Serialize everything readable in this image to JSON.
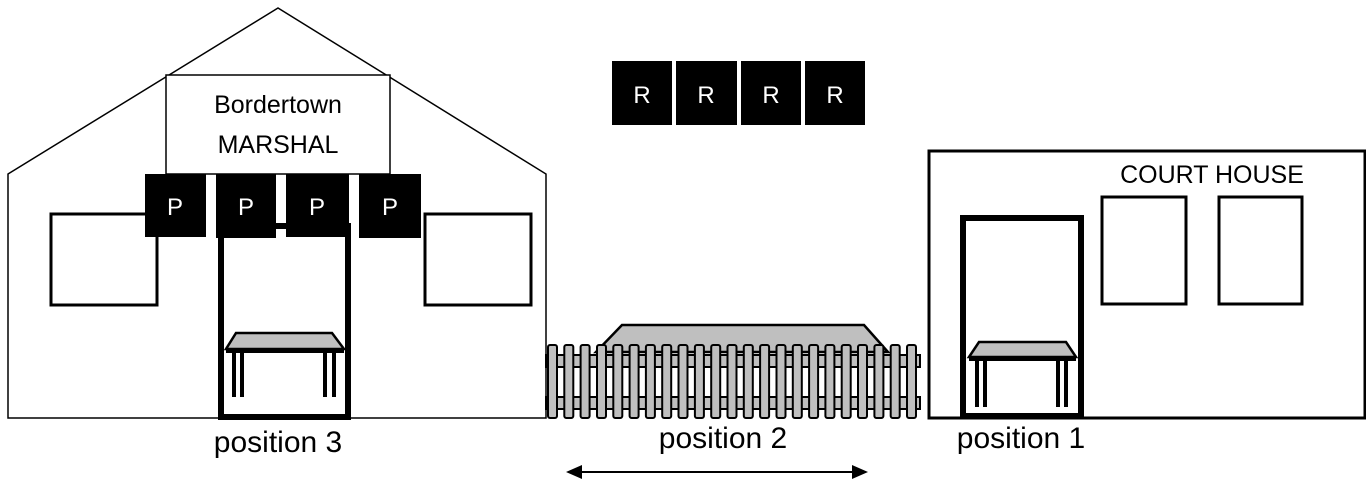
{
  "marshal_building": {
    "sign_line1": "Bordertown",
    "sign_line2": "MARSHAL",
    "p_tiles": [
      "P",
      "P",
      "P",
      "P"
    ]
  },
  "r_tiles": [
    "R",
    "R",
    "R",
    "R"
  ],
  "court_house": {
    "sign": "COURT HOUSE"
  },
  "positions": {
    "position_3": "position 3",
    "position_2": "position 2",
    "position_1": "position 1"
  },
  "colors": {
    "tile_fill": "#000000",
    "tile_text": "#ffffff",
    "table_top": "#bfbfbf",
    "fence": "#bfbfbf",
    "outline": "#000000"
  }
}
